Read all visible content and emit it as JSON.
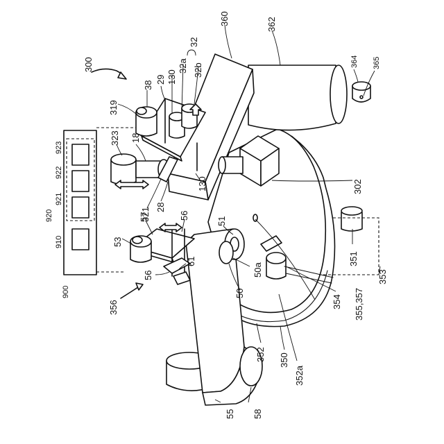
{
  "labels": {
    "l300": "300",
    "l319": "319",
    "l38": "38",
    "l29": "29",
    "l130a": "130",
    "l32a": "32a",
    "l32": "32",
    "l32b": "32b",
    "l360": "360",
    "l362": "362",
    "l364": "364",
    "l365": "365",
    "l323": "323",
    "l18": "18",
    "l130b": "130",
    "l321": "321",
    "l28": "28",
    "l302": "302",
    "l57": "57",
    "l56a": "56",
    "l51": "51",
    "l53": "53",
    "l61": "61",
    "l56b": "56",
    "l50a": "50a",
    "l50": "50",
    "l356": "356",
    "l351": "351",
    "l354": "354",
    "l355": "355,357",
    "l353": "353",
    "l352": "352",
    "l350": "350",
    "l352a": "352a",
    "l55": "55",
    "l58": "58",
    "l910": "910",
    "l920": "920",
    "l921": "921",
    "l922": "922",
    "l923": "923",
    "l900": "900"
  }
}
